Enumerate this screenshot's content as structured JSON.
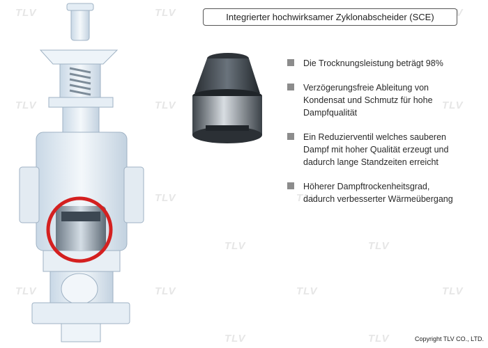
{
  "title": "Integrierter hochwirksamer Zyklonabscheider (SCE)",
  "features": [
    "Die Trocknungsleistung beträgt 98%",
    "Verzögerungsfreie Ableitung von\nKondensat und Schmutz für hohe\nDampfqualität",
    "Ein Reduzierventil welches sauberen\nDampf mit hoher Qualität erzeugt und\ndadurch lange Standzeiten erreicht",
    "Höherer Dampftrockenheitsgrad,\ndadurch verbesserter Wärmeübergang"
  ],
  "watermark": "TLV",
  "copyright": "Copyright TLV CO., LTD.",
  "colors": {
    "highlight_ring": "#d42020",
    "valve_body": "#dfe9f2",
    "bullet": "#8c8c8c"
  },
  "images": {
    "valve": "pressure-reducing-valve-cutaway",
    "separator": "cyclone-separator-element"
  }
}
